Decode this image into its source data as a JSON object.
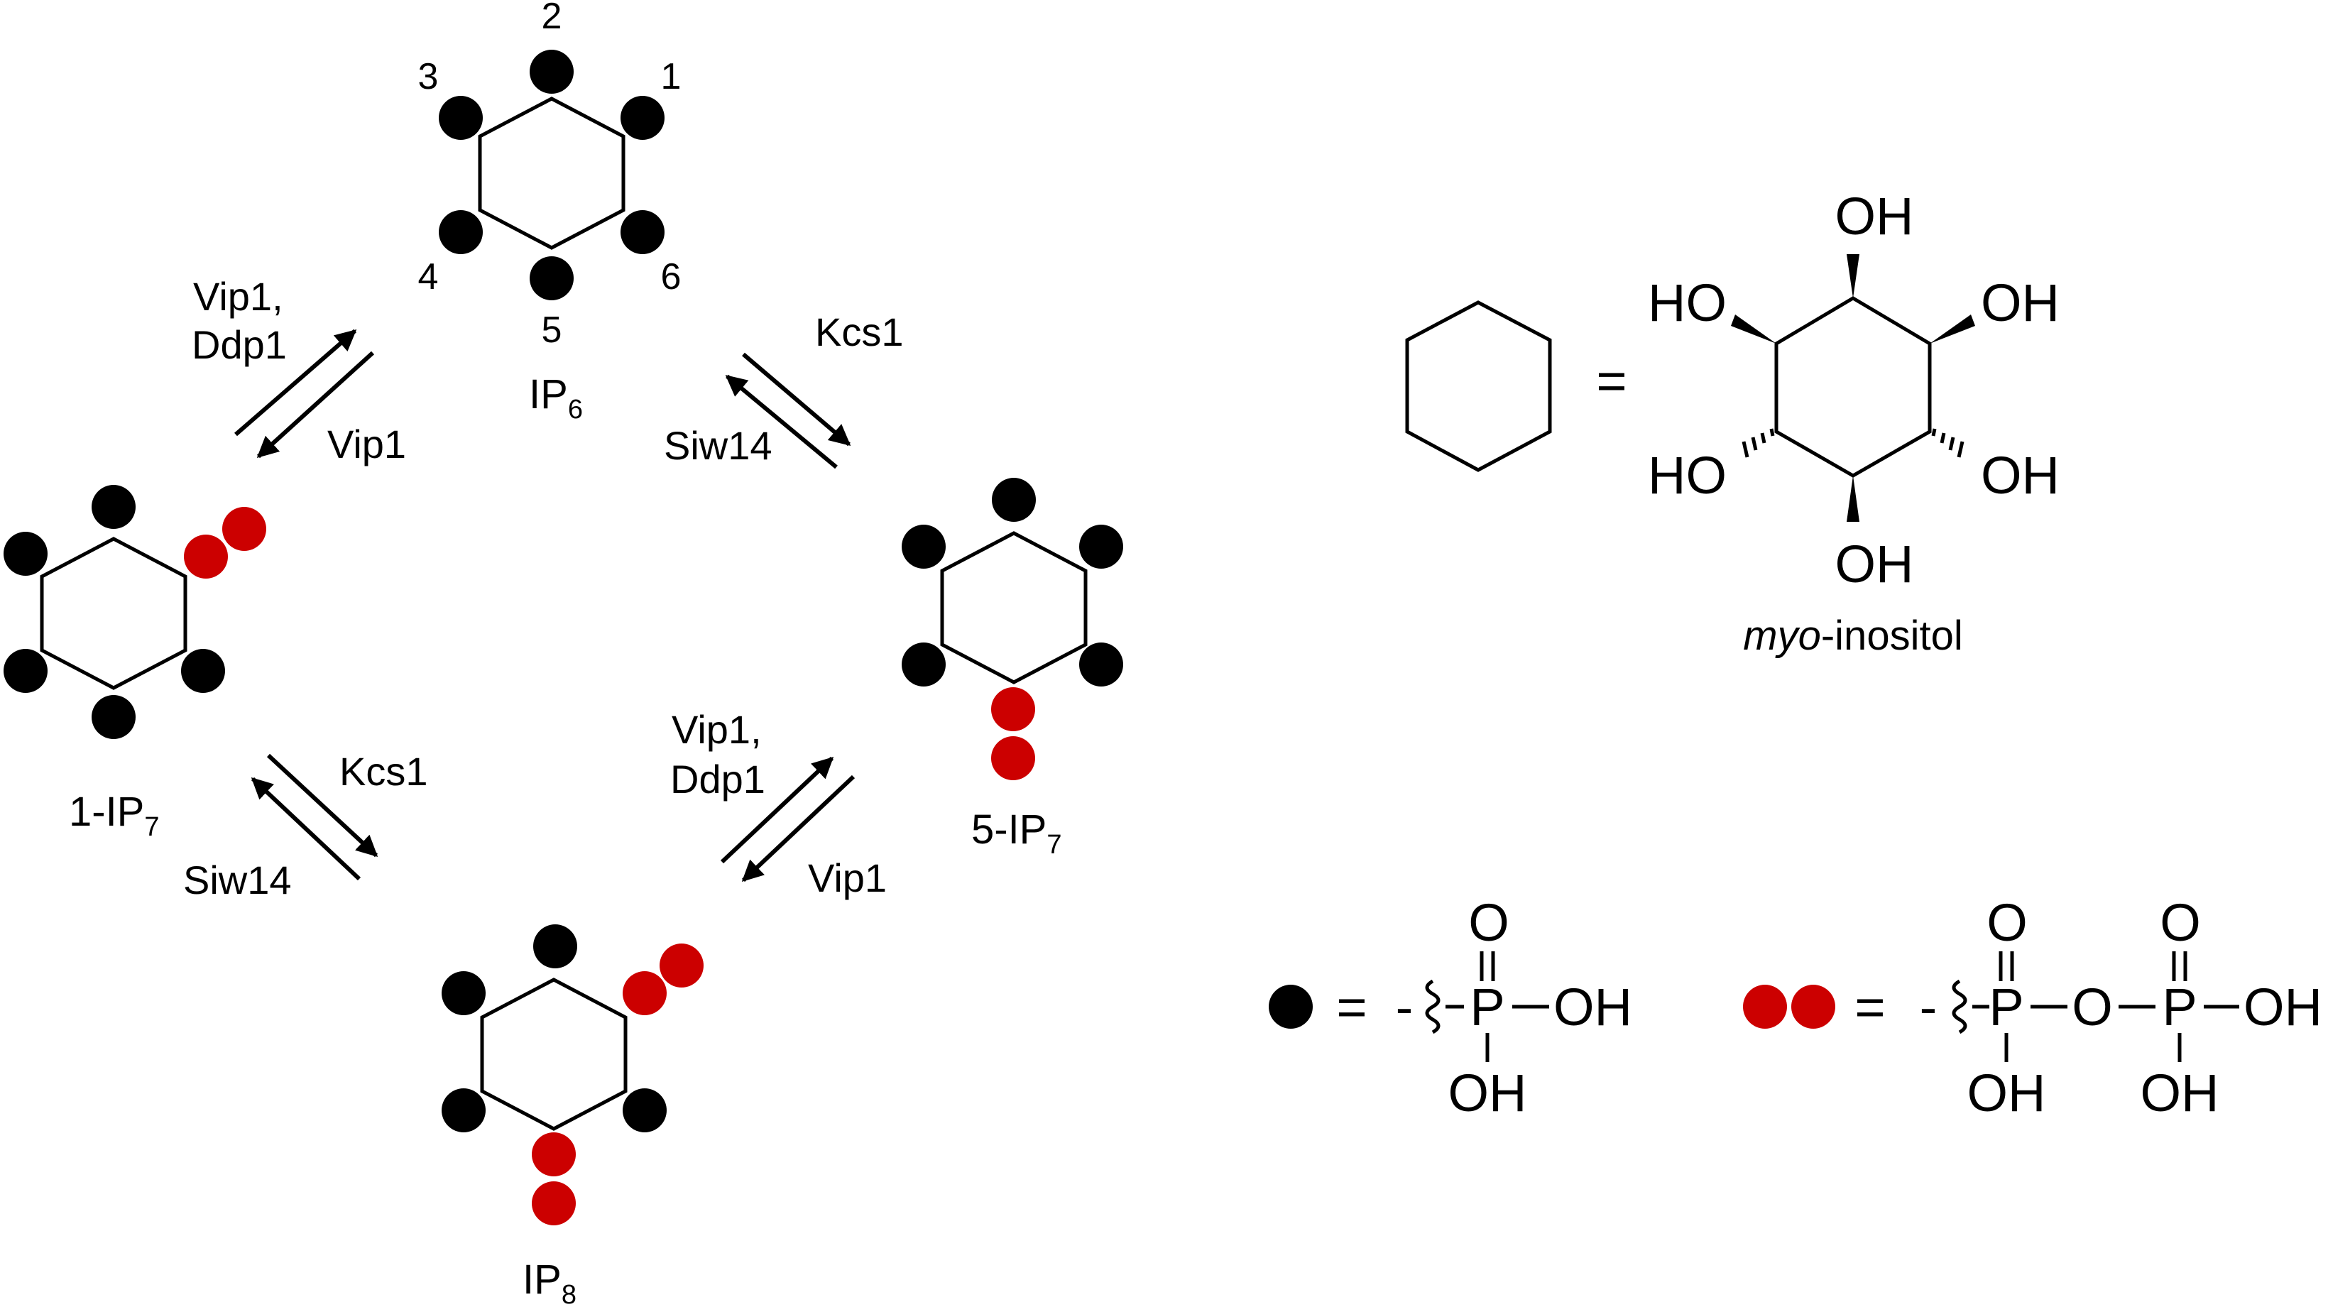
{
  "colors": {
    "phosphate": "#000000",
    "pyrophosphate": "#cc0000",
    "line": "#000000",
    "background": "#ffffff"
  },
  "compounds": {
    "ip6": {
      "base": "IP",
      "sub": "6"
    },
    "ip7_1": {
      "base": "1-IP",
      "sub": "7"
    },
    "ip7_5": {
      "base": "5-IP",
      "sub": "7"
    },
    "ip8": {
      "base": "IP",
      "sub": "8"
    }
  },
  "positions": {
    "p1": "1",
    "p2": "2",
    "p3": "3",
    "p4": "4",
    "p5": "5",
    "p6": "6"
  },
  "enzymes": {
    "top_left_forward": [
      "Vip1,",
      "Ddp1"
    ],
    "top_left_reverse": "Vip1",
    "top_right_forward": "Kcs1",
    "top_right_reverse": "Siw14",
    "bottom_left_forward": "Kcs1",
    "bottom_left_reverse": "Siw14",
    "bottom_right_forward": [
      "Vip1,",
      "Ddp1"
    ],
    "bottom_right_reverse": "Vip1"
  },
  "legend": {
    "equals": "=",
    "inositol_caption_italic": "myo",
    "inositol_caption_rest": "-inositol",
    "oh": "OH",
    "ho": "HO",
    "o": "O",
    "p": "P",
    "dash": "-"
  }
}
